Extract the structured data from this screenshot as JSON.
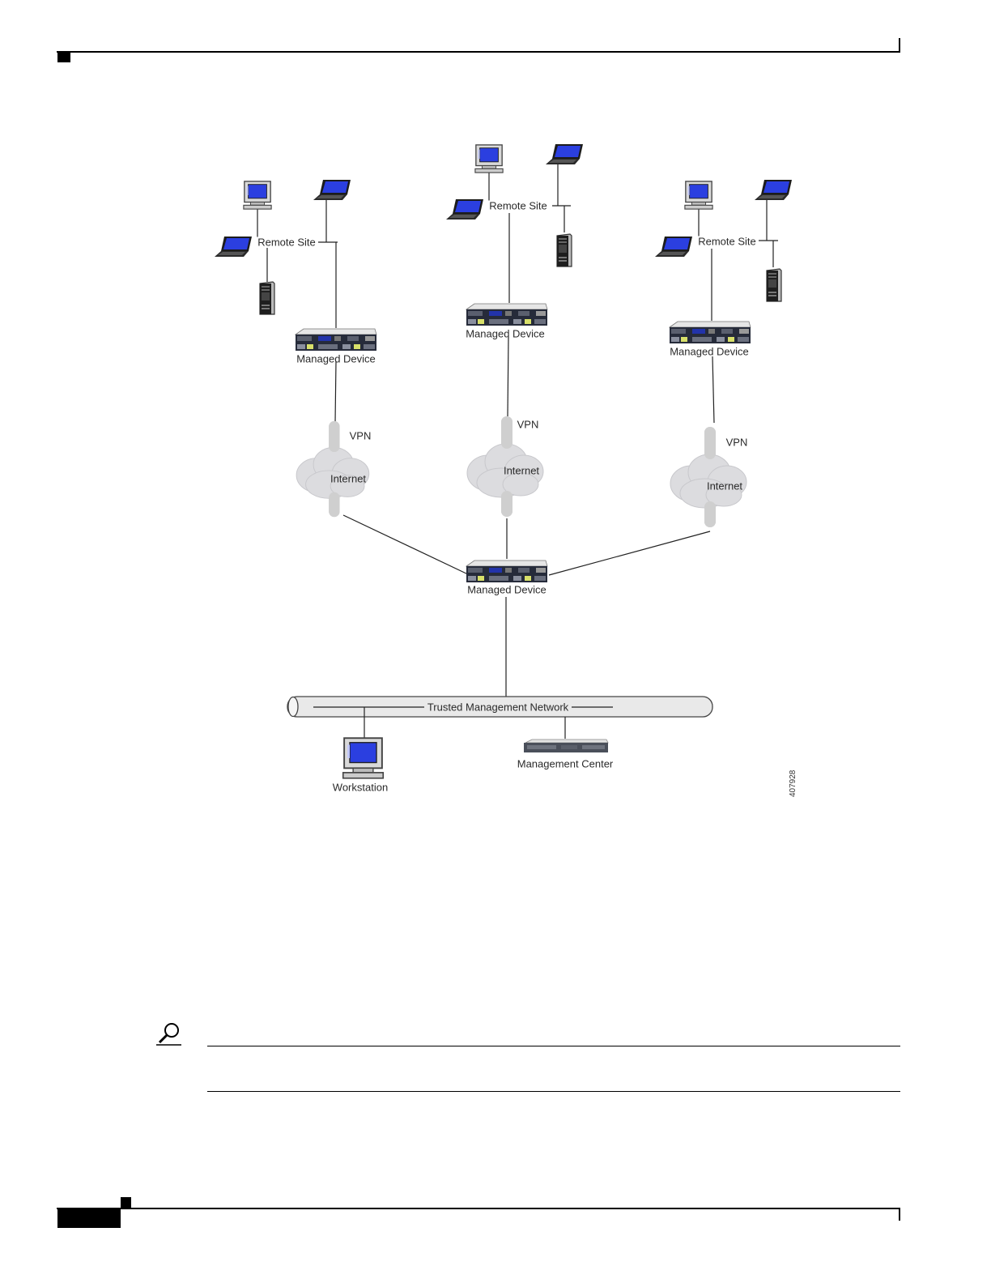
{
  "diagram": {
    "remote_sites": [
      {
        "site_label": "Remote Site",
        "device_label": "Managed Device",
        "vpn_label": "VPN",
        "cloud_label": "Internet"
      },
      {
        "site_label": "Remote Site",
        "device_label": "Managed Device",
        "vpn_label": "VPN",
        "cloud_label": "Internet"
      },
      {
        "site_label": "Remote Site",
        "device_label": "Managed Device",
        "vpn_label": "VPN",
        "cloud_label": "Internet"
      }
    ],
    "central_device_label": "Managed Device",
    "network_label": "Trusted Management Network",
    "workstation_label": "Workstation",
    "management_center_label": "Management Center",
    "figure_number": "407928"
  },
  "colors": {
    "rule": "#000000",
    "screen_blue": "#2b3fe0",
    "cloud_gray": "#d8d8dc",
    "tunnel_gray": "#cfcfcf"
  },
  "icons": [
    "desktop-pc-icon",
    "laptop-icon",
    "server-tower-icon",
    "appliance-icon",
    "cloud-icon",
    "magnifier-tip-icon"
  ]
}
